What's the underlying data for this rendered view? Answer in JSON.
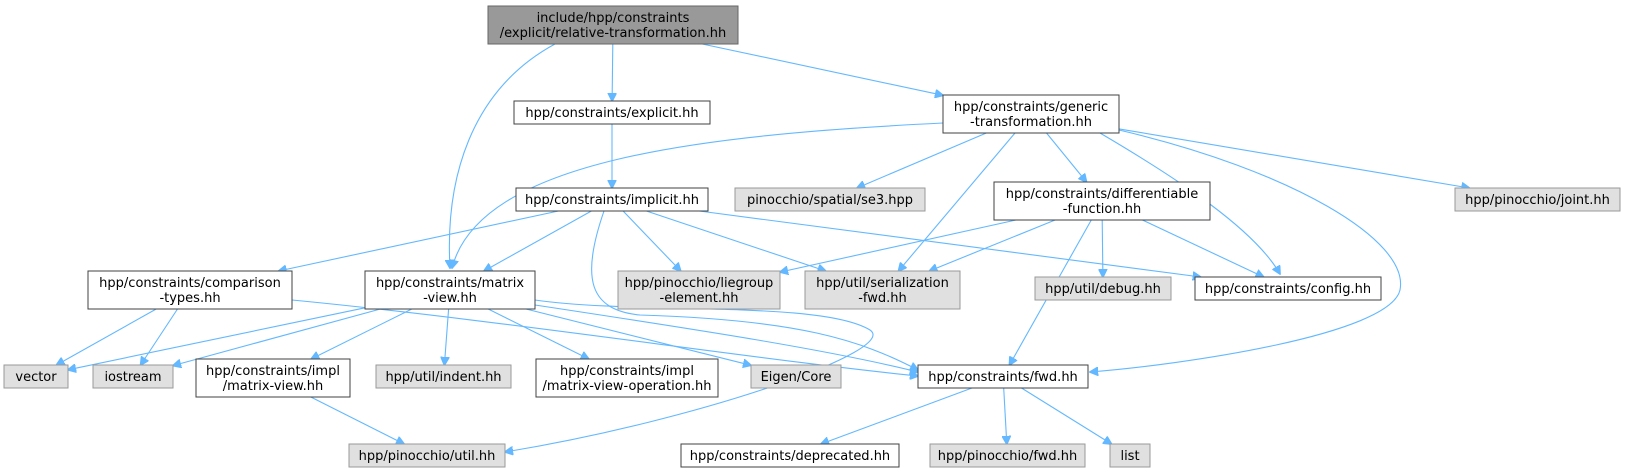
{
  "colors": {
    "edge": "#63b8ff",
    "root_fill": "#999999",
    "gray_fill": "#e0e0e0",
    "white_fill": "#ffffff",
    "border": "#404040"
  },
  "nodes": {
    "root": {
      "lines": [
        "include/hpp/constraints",
        "/explicit/relative-transformation.hh"
      ],
      "style": "root"
    },
    "explicit": {
      "lines": [
        "hpp/constraints/explicit.hh"
      ],
      "style": "white"
    },
    "generic": {
      "lines": [
        "hpp/constraints/generic",
        "-transformation.hh"
      ],
      "style": "white"
    },
    "implicit": {
      "lines": [
        "hpp/constraints/implicit.hh"
      ],
      "style": "white"
    },
    "se3": {
      "lines": [
        "pinocchio/spatial/se3.hpp"
      ],
      "style": "gray"
    },
    "difffunc": {
      "lines": [
        "hpp/constraints/differentiable",
        "-function.hh"
      ],
      "style": "white"
    },
    "joint": {
      "lines": [
        "hpp/pinocchio/joint.hh"
      ],
      "style": "gray"
    },
    "comparison": {
      "lines": [
        "hpp/constraints/comparison",
        "-types.hh"
      ],
      "style": "white"
    },
    "matrixview": {
      "lines": [
        "hpp/constraints/matrix",
        "-view.hh"
      ],
      "style": "white"
    },
    "liegroup": {
      "lines": [
        "hpp/pinocchio/liegroup",
        "-element.hh"
      ],
      "style": "gray"
    },
    "serialization": {
      "lines": [
        "hpp/util/serialization",
        "-fwd.hh"
      ],
      "style": "gray"
    },
    "debug": {
      "lines": [
        "hpp/util/debug.hh"
      ],
      "style": "gray"
    },
    "config": {
      "lines": [
        "hpp/constraints/config.hh"
      ],
      "style": "white"
    },
    "vector": {
      "lines": [
        "vector"
      ],
      "style": "gray"
    },
    "iostream": {
      "lines": [
        "iostream"
      ],
      "style": "gray"
    },
    "impl_mv": {
      "lines": [
        "hpp/constraints/impl",
        "/matrix-view.hh"
      ],
      "style": "white"
    },
    "indent": {
      "lines": [
        "hpp/util/indent.hh"
      ],
      "style": "gray"
    },
    "impl_mvo": {
      "lines": [
        "hpp/constraints/impl",
        "/matrix-view-operation.hh"
      ],
      "style": "white"
    },
    "eigen": {
      "lines": [
        "Eigen/Core"
      ],
      "style": "gray"
    },
    "fwd": {
      "lines": [
        "hpp/constraints/fwd.hh"
      ],
      "style": "white"
    },
    "pinutil": {
      "lines": [
        "hpp/pinocchio/util.hh"
      ],
      "style": "gray"
    },
    "deprecated": {
      "lines": [
        "hpp/constraints/deprecated.hh"
      ],
      "style": "white"
    },
    "pinfwd": {
      "lines": [
        "hpp/pinocchio/fwd.hh"
      ],
      "style": "gray"
    },
    "list": {
      "lines": [
        "list"
      ],
      "style": "gray"
    }
  },
  "edges": [
    [
      "root",
      "explicit"
    ],
    [
      "root",
      "generic"
    ],
    [
      "root",
      "matrixview"
    ],
    [
      "explicit",
      "implicit"
    ],
    [
      "generic",
      "se3"
    ],
    [
      "generic",
      "difffunc"
    ],
    [
      "generic",
      "joint"
    ],
    [
      "generic",
      "matrixview"
    ],
    [
      "generic",
      "serialization"
    ],
    [
      "generic",
      "config"
    ],
    [
      "generic",
      "fwd"
    ],
    [
      "implicit",
      "comparison"
    ],
    [
      "implicit",
      "matrixview"
    ],
    [
      "implicit",
      "liegroup"
    ],
    [
      "implicit",
      "serialization"
    ],
    [
      "implicit",
      "config"
    ],
    [
      "implicit",
      "fwd"
    ],
    [
      "difffunc",
      "liegroup"
    ],
    [
      "difffunc",
      "serialization"
    ],
    [
      "difffunc",
      "debug"
    ],
    [
      "difffunc",
      "config"
    ],
    [
      "difffunc",
      "fwd"
    ],
    [
      "comparison",
      "vector"
    ],
    [
      "comparison",
      "iostream"
    ],
    [
      "comparison",
      "fwd"
    ],
    [
      "matrixview",
      "vector"
    ],
    [
      "matrixview",
      "iostream"
    ],
    [
      "matrixview",
      "impl_mv"
    ],
    [
      "matrixview",
      "indent"
    ],
    [
      "matrixview",
      "impl_mvo"
    ],
    [
      "matrixview",
      "eigen"
    ],
    [
      "matrixview",
      "fwd"
    ],
    [
      "matrixview",
      "pinutil"
    ],
    [
      "impl_mv",
      "pinutil"
    ],
    [
      "fwd",
      "deprecated"
    ],
    [
      "fwd",
      "pinfwd"
    ],
    [
      "fwd",
      "list"
    ]
  ]
}
